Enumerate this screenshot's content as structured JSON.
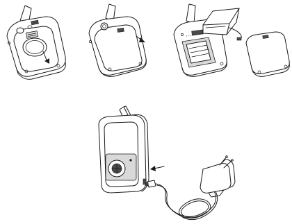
{
  "figure": {
    "steps": [
      {
        "id": 1,
        "action": "unlock-and-slide-cover-down"
      },
      {
        "id": 2,
        "action": "slide-cover-off"
      },
      {
        "id": 3,
        "action": "replace-battery-pack"
      },
      {
        "id": 4,
        "action": "connect-charger-to-device"
      }
    ],
    "line_color": "#1a1a1a",
    "fill_color": "#ffffff",
    "shade_color": "#d9d9d9"
  }
}
